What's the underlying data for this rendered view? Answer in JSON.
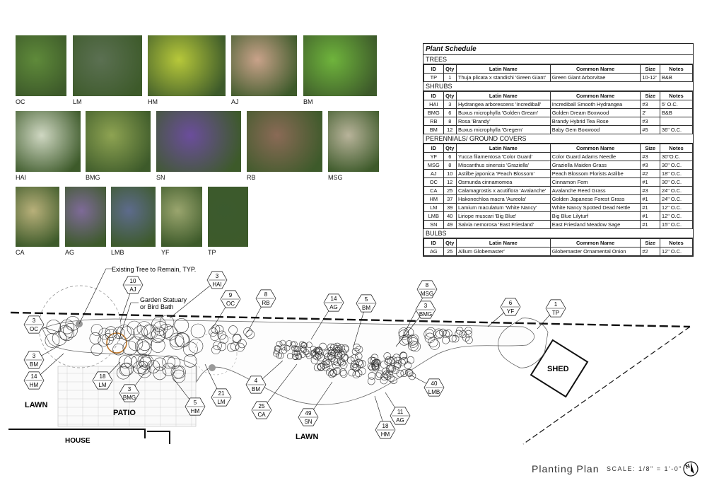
{
  "photos": [
    {
      "code": "OC",
      "color": "#5f8a3a"
    },
    {
      "code": "LM",
      "color": "#5b7052"
    },
    {
      "code": "HM",
      "color": "#b7c83a"
    },
    {
      "code": "AJ",
      "color": "#c9a28a"
    },
    {
      "code": "BM",
      "color": "#6fb43c"
    },
    {
      "code": "HAI",
      "color": "#cfd7c2"
    },
    {
      "code": "BMG",
      "color": "#8ea352"
    },
    {
      "code": "SN",
      "color": "#6b4d9c"
    },
    {
      "code": "RB",
      "color": "#8a6a56"
    },
    {
      "code": "MSG",
      "color": "#b8b39a"
    },
    {
      "code": "CA",
      "color": "#b8b07a"
    },
    {
      "code": "AG",
      "color": "#7e6a98"
    },
    {
      "code": "LMB",
      "color": "#5d6b8c"
    },
    {
      "code": "YF",
      "color": "#9aa56e"
    },
    {
      "code": "TP",
      "color": "#3b5a2e"
    }
  ],
  "schedule": {
    "title": "Plant Schedule",
    "headers": {
      "id": "ID",
      "qty": "Qty",
      "latin": "Latin Name",
      "common": "Common Name",
      "size": "Size",
      "notes": "Notes"
    },
    "sections": [
      {
        "name": "TREES",
        "rows": [
          {
            "id": "TP",
            "qty": "1",
            "latin": "Thuja plicata x standishi 'Green Giant'",
            "common": "Green Giant Arborvitae",
            "size": "10-12'",
            "notes": "B&B"
          }
        ]
      },
      {
        "name": "SHRUBS",
        "rows": [
          {
            "id": "HAI",
            "qty": "3",
            "latin": "Hydrangea arborescens 'Incrediball'",
            "common": "Incrediball Smooth Hydrangea",
            "size": "#3",
            "notes": "5' O.C."
          },
          {
            "id": "BMG",
            "qty": "6",
            "latin": "Buxus microphylla 'Golden Gream'",
            "common": "Golden Dream Boxwood",
            "size": "2'",
            "notes": "B&B"
          },
          {
            "id": "RB",
            "qty": "8",
            "latin": "Rosa 'Brandy'",
            "common": "Brandy Hybrid Tea Rose",
            "size": "#3",
            "notes": ""
          },
          {
            "id": "BM",
            "qty": "12",
            "latin": "Buxus microphylla 'Gregem'",
            "common": "Baby Gem Boxwood",
            "size": "#5",
            "notes": "36\" O.C."
          }
        ]
      },
      {
        "name": "PERENNIALS/ GROUND COVERS",
        "rows": [
          {
            "id": "YF",
            "qty": "6",
            "latin": "Yucca filamentosa 'Color Guard'",
            "common": "Color Guard Adams Needle",
            "size": "#3",
            "notes": "30\"O.C."
          },
          {
            "id": "MSG",
            "qty": "8",
            "latin": "Miscanthus sinensis 'Graziella'",
            "common": "Graziella Maiden Grass",
            "size": "#3",
            "notes": "30\" O.C."
          },
          {
            "id": "AJ",
            "qty": "10",
            "latin": "Astilbe japonica 'Peach Blossom'",
            "common": "Peach Blossom Florists Astilbe",
            "size": "#2",
            "notes": "18\" O.C."
          },
          {
            "id": "OC",
            "qty": "12",
            "latin": "Osmunda cinnamomea",
            "common": "Cinnamon Fern",
            "size": "#1",
            "notes": "30\" O.C."
          },
          {
            "id": "CA",
            "qty": "25",
            "latin": "Calamagrostis x acutiflora 'Avalanche'",
            "common": "Avalanche Reed Grass",
            "size": "#3",
            "notes": "24\" O.C."
          },
          {
            "id": "HM",
            "qty": "37",
            "latin": "Hakonechloa macra 'Aureola'",
            "common": "Golden Japanese Forest Grass",
            "size": "#1",
            "notes": "24\" O.C."
          },
          {
            "id": "LM",
            "qty": "39",
            "latin": "Lamium maculatum 'White Nancy'",
            "common": "White Nancy Spotted Dead Nettle",
            "size": "#1",
            "notes": "12\" O.C."
          },
          {
            "id": "LMB",
            "qty": "40",
            "latin": "Liriope muscari 'Big Blue'",
            "common": "Big Blue Lilyturf",
            "size": "#1",
            "notes": "12\" O.C."
          },
          {
            "id": "SN",
            "qty": "49",
            "latin": "Salvia nemorosa 'East Friesland'",
            "common": "East Friesland Meadow Sage",
            "size": "#1",
            "notes": "15\" O.C."
          }
        ]
      },
      {
        "name": "BULBS",
        "rows": [
          {
            "id": "AG",
            "qty": "25",
            "latin": "Allium Globemaster'",
            "common": "Globemaster Ornamental Onion",
            "size": "#2",
            "notes": "12\" O.C."
          }
        ]
      }
    ]
  },
  "plan": {
    "callouts": {
      "existing_tree": "Existing Tree to Remain, TYP.",
      "statuary_1": "Garden Statuary",
      "statuary_2": "or Bird Bath"
    },
    "areas": {
      "lawn_left": "LAWN",
      "patio": "PATIO",
      "house": "HOUSE",
      "lawn_center": "LAWN",
      "shed": "SHED"
    },
    "tags": [
      {
        "qty": "10",
        "code": "AJ"
      },
      {
        "qty": "3",
        "code": "HAI"
      },
      {
        "qty": "9",
        "code": "OC"
      },
      {
        "qty": "8",
        "code": "RB"
      },
      {
        "qty": "14",
        "code": "AG"
      },
      {
        "qty": "5",
        "code": "BM"
      },
      {
        "qty": "8",
        "code": "MSG"
      },
      {
        "qty": "3",
        "code": "BMG"
      },
      {
        "qty": "6",
        "code": "YF"
      },
      {
        "qty": "1",
        "code": "TP"
      },
      {
        "qty": "3",
        "code": "OC"
      },
      {
        "qty": "3",
        "code": "BM"
      },
      {
        "qty": "14",
        "code": "HM"
      },
      {
        "qty": "18",
        "code": "LM"
      },
      {
        "qty": "3",
        "code": "BMG"
      },
      {
        "qty": "5",
        "code": "HM"
      },
      {
        "qty": "21",
        "code": "LM"
      },
      {
        "qty": "4",
        "code": "BM"
      },
      {
        "qty": "25",
        "code": "CA"
      },
      {
        "qty": "49",
        "code": "SN"
      },
      {
        "qty": "18",
        "code": "HM"
      },
      {
        "qty": "11",
        "code": "AG"
      },
      {
        "qty": "40",
        "code": "LMB"
      }
    ],
    "title": "Planting Plan",
    "scale": "SCALE: 1/8\" = 1'-0\"",
    "north": "N"
  }
}
